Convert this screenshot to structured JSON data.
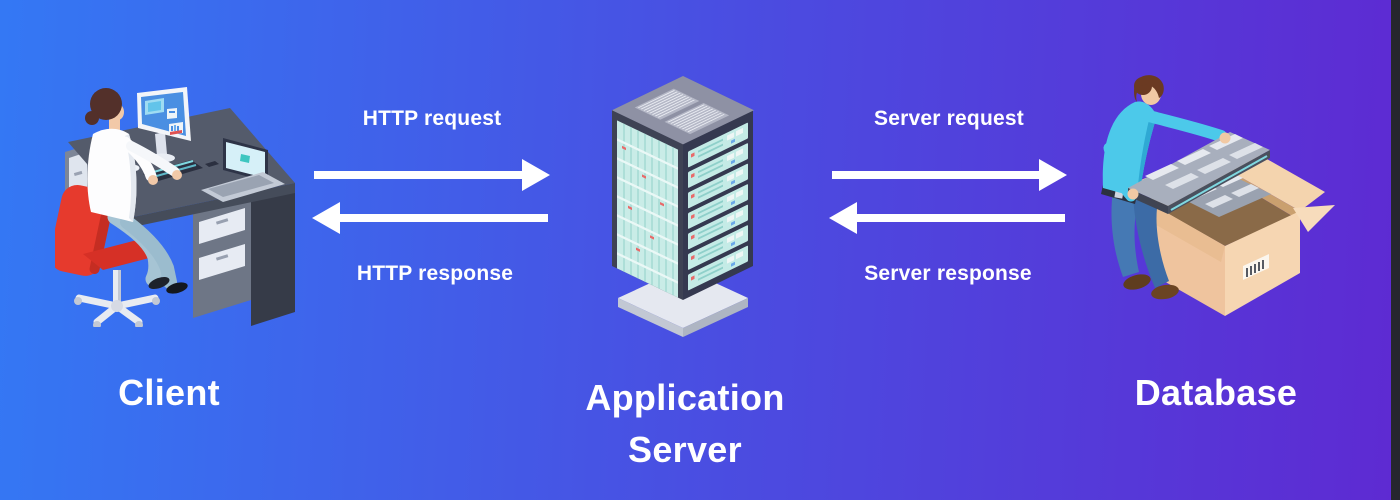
{
  "theme": {
    "bg_gradient_left": "#3478f4",
    "bg_gradient_mid": "#4a4de1",
    "bg_gradient_right": "#5e2ad2",
    "right_edge_strip": "#26262e",
    "text_color": "#ffffff",
    "arrow_color": "#ffffff"
  },
  "diagram": {
    "type": "architecture-flow",
    "nodes": [
      {
        "id": "client",
        "label": "Client",
        "illustration": "person-at-desk-with-computer-icon"
      },
      {
        "id": "application-server",
        "label": "Application Server",
        "illustration": "server-rack-icon"
      },
      {
        "id": "database",
        "label": "Database",
        "illustration": "person-unpacking-server-box-icon"
      }
    ],
    "flows": [
      {
        "from": "client",
        "to": "application-server",
        "direction": "right",
        "label": "HTTP request"
      },
      {
        "from": "application-server",
        "to": "client",
        "direction": "left",
        "label": "HTTP response"
      },
      {
        "from": "application-server",
        "to": "database",
        "direction": "right",
        "label": "Server request"
      },
      {
        "from": "database",
        "to": "application-server",
        "direction": "left",
        "label": "Server response"
      }
    ]
  }
}
